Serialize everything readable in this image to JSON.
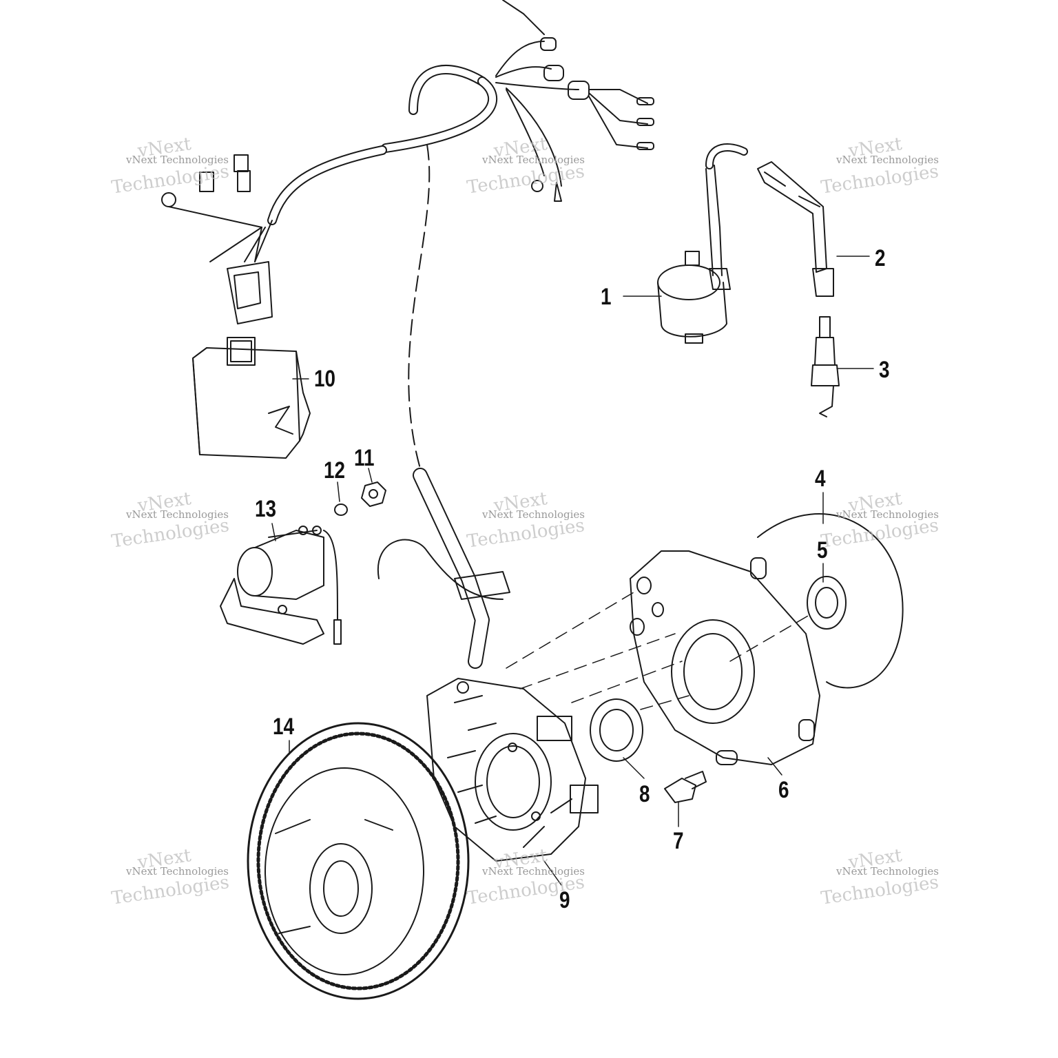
{
  "callouts": [
    {
      "label": "1"
    },
    {
      "label": "2"
    },
    {
      "label": "3"
    },
    {
      "label": "4"
    },
    {
      "label": "5"
    },
    {
      "label": "6"
    },
    {
      "label": "7"
    },
    {
      "label": "8"
    },
    {
      "label": "9"
    },
    {
      "label": "10"
    },
    {
      "label": "11"
    },
    {
      "label": "12"
    },
    {
      "label": "13"
    },
    {
      "label": "14"
    }
  ],
  "watermark": {
    "line1": "vNext Technologies",
    "line2_a": "vNext",
    "line2_b": "Technologies"
  },
  "colors": {
    "line": "#1a1a1a",
    "watermark": "#9a9a9a"
  }
}
